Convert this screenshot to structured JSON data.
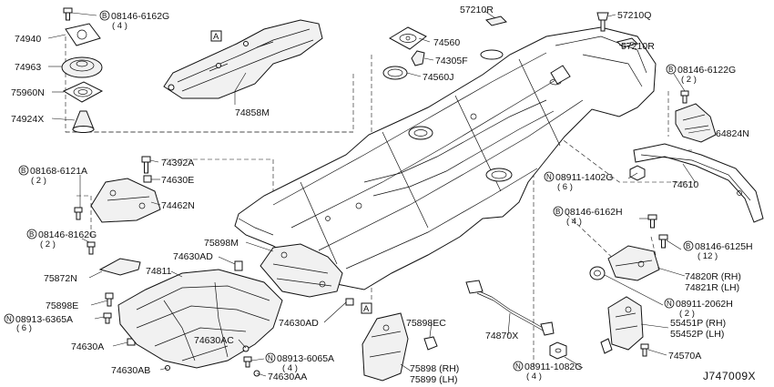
{
  "diagram": {
    "code": "J747009X",
    "ref_marker": "A",
    "parts": {
      "p08146_6162g": {
        "prefix": "B",
        "num": "08146-6162G",
        "qty": "( 4 )"
      },
      "p74940": {
        "num": "74940"
      },
      "p74963": {
        "num": "74963"
      },
      "p75960n": {
        "num": "75960N"
      },
      "p74924x": {
        "num": "74924X"
      },
      "p74858m": {
        "num": "74858M"
      },
      "p74560": {
        "num": "74560"
      },
      "p74305f": {
        "num": "74305F"
      },
      "p74560j": {
        "num": "74560J"
      },
      "p57210r_top": {
        "num": "57210R"
      },
      "p57210q": {
        "num": "57210Q"
      },
      "p57210r_right": {
        "num": "57210R"
      },
      "p08146_6122g": {
        "prefix": "B",
        "num": "08146-6122G",
        "qty": "( 2 )"
      },
      "p64824n": {
        "num": "64824N"
      },
      "p08168_6121a": {
        "prefix": "B",
        "num": "08168-6121A",
        "qty": "( 2 )"
      },
      "p74392a": {
        "num": "74392A"
      },
      "p74630e": {
        "num": "74630E"
      },
      "p74462n": {
        "num": "74462N"
      },
      "p08911_1402g": {
        "prefix": "N",
        "num": "08911-1402G",
        "qty": "( 6 )"
      },
      "p74610": {
        "num": "74610"
      },
      "p08146_6162h": {
        "prefix": "B",
        "num": "08146-6162H",
        "qty": "( 4 )"
      },
      "p08146_6125h": {
        "prefix": "B",
        "num": "08146-6125H",
        "qty": "( 12 )"
      },
      "p08146_8162g": {
        "prefix": "B",
        "num": "08146-8162G",
        "qty": "( 2 )"
      },
      "p75898m": {
        "num": "75898M"
      },
      "p74630ad_a": {
        "num": "74630AD"
      },
      "p74811": {
        "num": "74811"
      },
      "p75872n": {
        "num": "75872N"
      },
      "p75898e": {
        "num": "75898E"
      },
      "p08913_6365a": {
        "prefix": "N",
        "num": "08913-6365A",
        "qty": "( 6 )"
      },
      "p74630a": {
        "num": "74630A"
      },
      "p74630ab": {
        "num": "74630AB"
      },
      "p74630ac": {
        "num": "74630AC"
      },
      "p74630ad_b": {
        "num": "74630AD"
      },
      "p08913_6065a": {
        "prefix": "N",
        "num": "08913-6065A",
        "qty": "( 4 )"
      },
      "p74630aa": {
        "num": "74630AA"
      },
      "p75898ec": {
        "num": "75898EC"
      },
      "p75898rh": {
        "num": "75898 (RH)"
      },
      "p75899lh": {
        "num": "75899 (LH)"
      },
      "p74870x": {
        "num": "74870X"
      },
      "p08911_1082g": {
        "prefix": "N",
        "num": "08911-1082G",
        "qty": "( 4 )"
      },
      "p74820r": {
        "num": "74820R (RH)"
      },
      "p74821r": {
        "num": "74821R (LH)"
      },
      "p08911_2062h": {
        "prefix": "N",
        "num": "08911-2062H",
        "qty": "( 2 )"
      },
      "p55451p": {
        "num": "55451P (RH)"
      },
      "p55452p": {
        "num": "55452P (LH)"
      },
      "p74570a": {
        "num": "74570A"
      }
    }
  }
}
